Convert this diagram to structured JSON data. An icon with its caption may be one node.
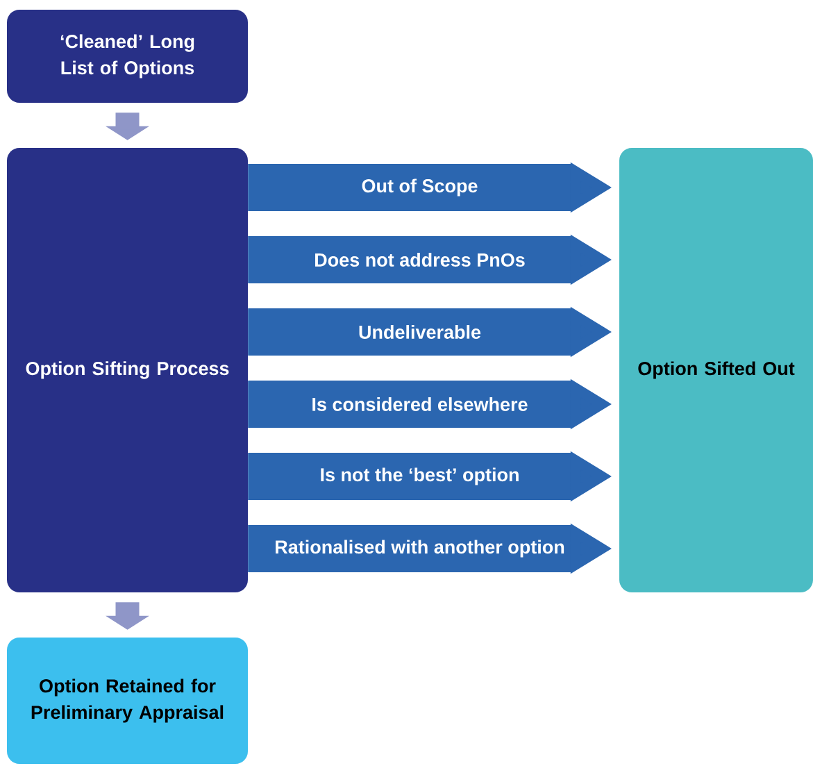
{
  "diagram": {
    "nodes": [
      {
        "text": [
          "‘Cleaned’ Long List of Options"
        ]
      },
      {
        "text": [
          "Option Sifting Process"
        ]
      },
      {
        "text": [
          "Option Sifted Out"
        ]
      },
      {
        "text": [
          "Option Retained for Preliminary Appraisal"
        ]
      }
    ],
    "edges": [
      {
        "from": 0,
        "to": 1,
        "arrow": "to",
        "color": "#8f96c8"
      },
      {
        "from": 1,
        "to": 2,
        "arrow": "to",
        "label": "Out of Scope"
      },
      {
        "from": 1,
        "to": 2,
        "arrow": "to",
        "label": "Does not address PnOs"
      },
      {
        "from": 1,
        "to": 2,
        "arrow": "to",
        "label": "Undeliverable"
      },
      {
        "from": 1,
        "to": 2,
        "arrow": "to",
        "label": "Is considered elsewhere"
      },
      {
        "from": 1,
        "to": 2,
        "arrow": "to",
        "label": "Is not the ‘best’ option"
      },
      {
        "from": 1,
        "to": 2,
        "arrow": "to",
        "label": "Rationalised with another option"
      },
      {
        "from": 1,
        "to": 3,
        "arrow": "to",
        "color": "#8f96c8"
      }
    ]
  }
}
